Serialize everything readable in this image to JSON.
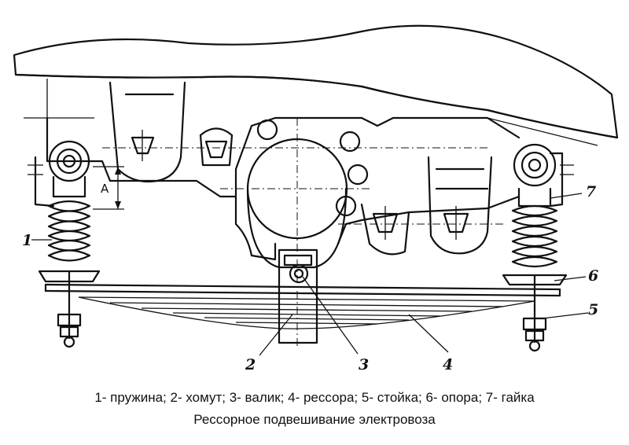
{
  "callouts": {
    "c1": "1",
    "c2": "2",
    "c3": "3",
    "c4": "4",
    "c5": "5",
    "c6": "6",
    "c7": "7"
  },
  "dimension_label": "А",
  "legend": "1- пружина; 2- хомут; 3- валик; 4- рессора; 5- стойка; 6- опора; 7- гайка",
  "title": "Рессорное подвешивание электровоза"
}
